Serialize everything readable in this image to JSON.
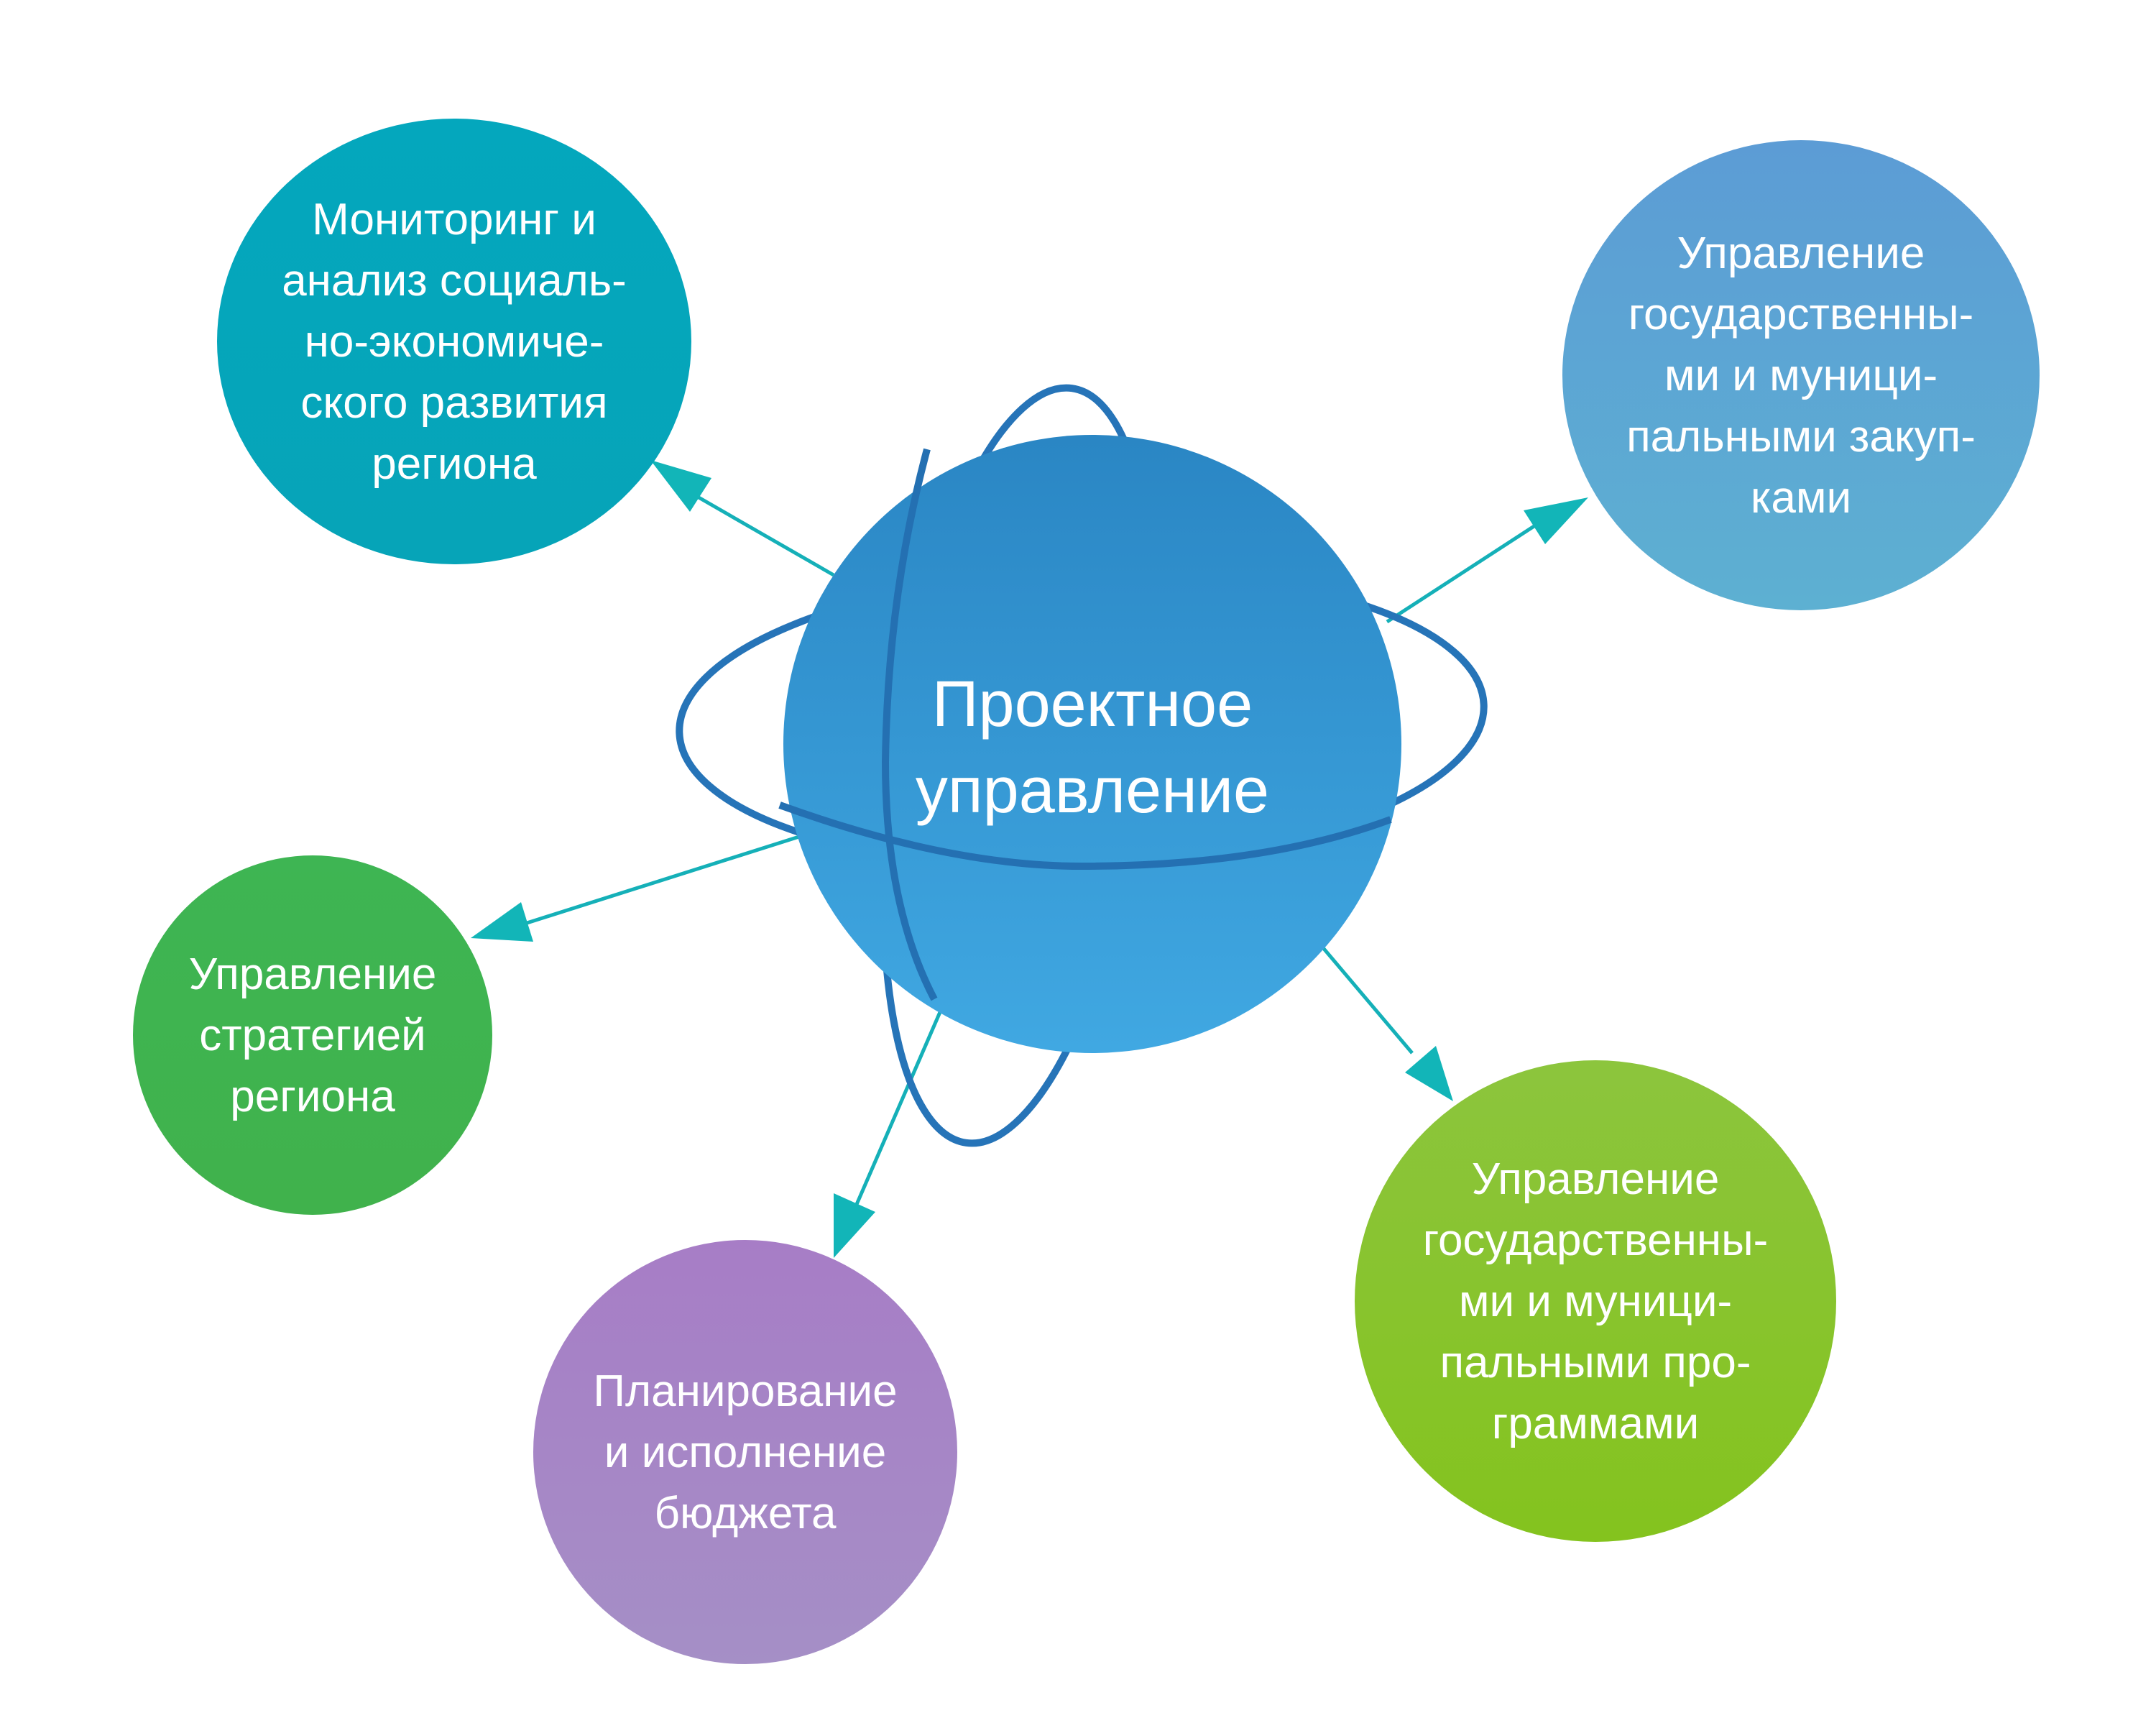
{
  "center": {
    "label_lines": [
      "Проектное",
      "управление"
    ],
    "color_top": "#2a86c4",
    "color_bottom": "#40a8e2",
    "orbit_color": "#2674b8"
  },
  "nodes": [
    {
      "id": "monitoring",
      "lines": [
        "Мониторинг и",
        "анализ социаль-",
        "но-экономиче-",
        "ского развития",
        "региона"
      ],
      "color": "#04a7bd"
    },
    {
      "id": "procurement",
      "lines": [
        "Управление",
        "государственны-",
        "ми и муници-",
        "пальными закуп-",
        "ками"
      ],
      "color": "#5ca6d4"
    },
    {
      "id": "strategy",
      "lines": [
        "Управление",
        "стратегией",
        "региона"
      ],
      "color": "#3fb450"
    },
    {
      "id": "budget",
      "lines": [
        "Планирование",
        "и исполнение",
        "бюджета"
      ],
      "color": "#a685c6"
    },
    {
      "id": "programs",
      "lines": [
        "Управление",
        "государственны-",
        "ми и муници-",
        "пальными про-",
        "граммами"
      ],
      "color": "#88c42b"
    }
  ],
  "arrow_color": "#12b3b6"
}
